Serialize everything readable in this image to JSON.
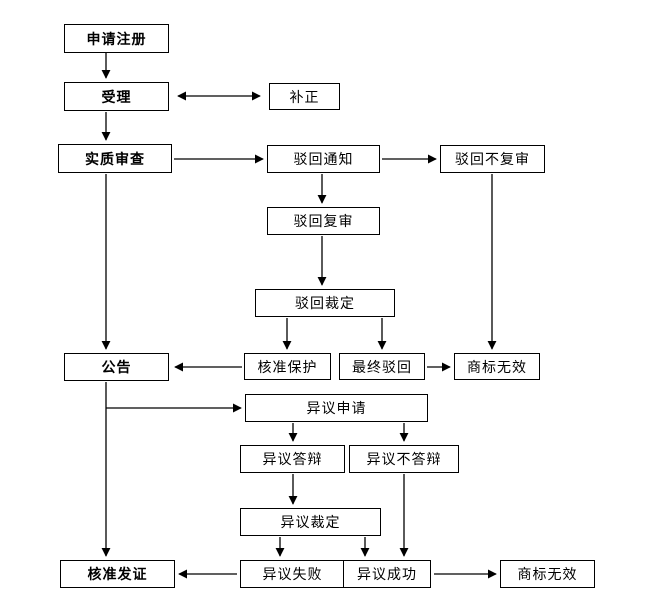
{
  "diagram": {
    "kind": "flowchart",
    "background": "#ffffff",
    "box_border_color": "#000000",
    "text_color": "#000000",
    "arrow_color": "#000000"
  },
  "nodes": {
    "apply": {
      "label": "申请注册",
      "emphasis": "bold"
    },
    "accept": {
      "label": "受理",
      "emphasis": "bold"
    },
    "supplement": {
      "label": "补正",
      "emphasis": "normal"
    },
    "exam": {
      "label": "实质审查",
      "emphasis": "bold"
    },
    "reject_notice": {
      "label": "驳回通知",
      "emphasis": "normal"
    },
    "reject_no_review": {
      "label": "驳回不复审",
      "emphasis": "normal"
    },
    "reject_review": {
      "label": "驳回复审",
      "emphasis": "normal"
    },
    "reject_ruling": {
      "label": "驳回裁定",
      "emphasis": "normal"
    },
    "announce": {
      "label": "公告",
      "emphasis": "bold"
    },
    "approve_protect": {
      "label": "核准保护",
      "emphasis": "normal"
    },
    "final_reject": {
      "label": "最终驳回",
      "emphasis": "normal"
    },
    "invalid_top": {
      "label": "商标无效",
      "emphasis": "normal"
    },
    "opposition_apply": {
      "label": "异议申请",
      "emphasis": "normal"
    },
    "opposition_defense": {
      "label": "异议答辩",
      "emphasis": "normal"
    },
    "opposition_no_defense": {
      "label": "异议不答辩",
      "emphasis": "normal"
    },
    "opposition_ruling": {
      "label": "异议裁定",
      "emphasis": "normal"
    },
    "approve_cert": {
      "label": "核准发证",
      "emphasis": "bold"
    },
    "opposition_fail": {
      "label": "异议失败",
      "emphasis": "normal"
    },
    "opposition_success": {
      "label": "异议成功",
      "emphasis": "normal"
    },
    "invalid_bottom": {
      "label": "商标无效",
      "emphasis": "normal"
    }
  },
  "edges": [
    {
      "from": "apply",
      "to": "accept",
      "type": "arrow"
    },
    {
      "from": "accept",
      "to": "supplement",
      "type": "double-arrow"
    },
    {
      "from": "accept",
      "to": "exam",
      "type": "arrow"
    },
    {
      "from": "exam",
      "to": "reject_notice",
      "type": "arrow"
    },
    {
      "from": "reject_notice",
      "to": "reject_no_review",
      "type": "arrow"
    },
    {
      "from": "reject_notice",
      "to": "reject_review",
      "type": "arrow"
    },
    {
      "from": "reject_review",
      "to": "reject_ruling",
      "type": "arrow"
    },
    {
      "from": "reject_ruling",
      "to": "approve_protect",
      "type": "arrow"
    },
    {
      "from": "reject_ruling",
      "to": "final_reject",
      "type": "arrow"
    },
    {
      "from": "approve_protect",
      "to": "announce",
      "type": "arrow"
    },
    {
      "from": "final_reject",
      "to": "invalid_top",
      "type": "arrow"
    },
    {
      "from": "reject_no_review",
      "to": "invalid_top",
      "type": "arrow"
    },
    {
      "from": "exam",
      "to": "announce",
      "type": "arrow"
    },
    {
      "from": "announce",
      "to": "opposition_apply",
      "type": "arrow"
    },
    {
      "from": "announce",
      "to": "approve_cert",
      "type": "arrow"
    },
    {
      "from": "opposition_apply",
      "to": "opposition_defense",
      "type": "arrow"
    },
    {
      "from": "opposition_apply",
      "to": "opposition_no_defense",
      "type": "arrow"
    },
    {
      "from": "opposition_defense",
      "to": "opposition_ruling",
      "type": "arrow"
    },
    {
      "from": "opposition_no_defense",
      "to": "opposition_success",
      "type": "arrow"
    },
    {
      "from": "opposition_ruling",
      "to": "opposition_fail",
      "type": "arrow"
    },
    {
      "from": "opposition_ruling",
      "to": "opposition_success",
      "type": "arrow"
    },
    {
      "from": "opposition_fail",
      "to": "approve_cert",
      "type": "arrow"
    },
    {
      "from": "opposition_success",
      "to": "invalid_bottom",
      "type": "arrow"
    }
  ]
}
